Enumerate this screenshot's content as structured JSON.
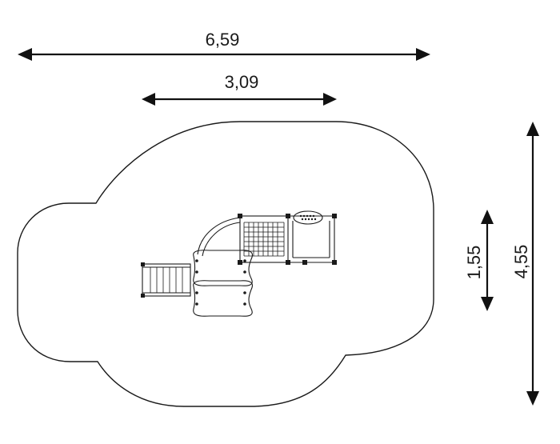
{
  "dimensions": {
    "overall_width": "6,59",
    "structure_width": "3,09",
    "structure_depth": "1,55",
    "overall_depth": "4,55"
  },
  "colors": {
    "line": "#1a1a1a",
    "background": "#ffffff"
  }
}
